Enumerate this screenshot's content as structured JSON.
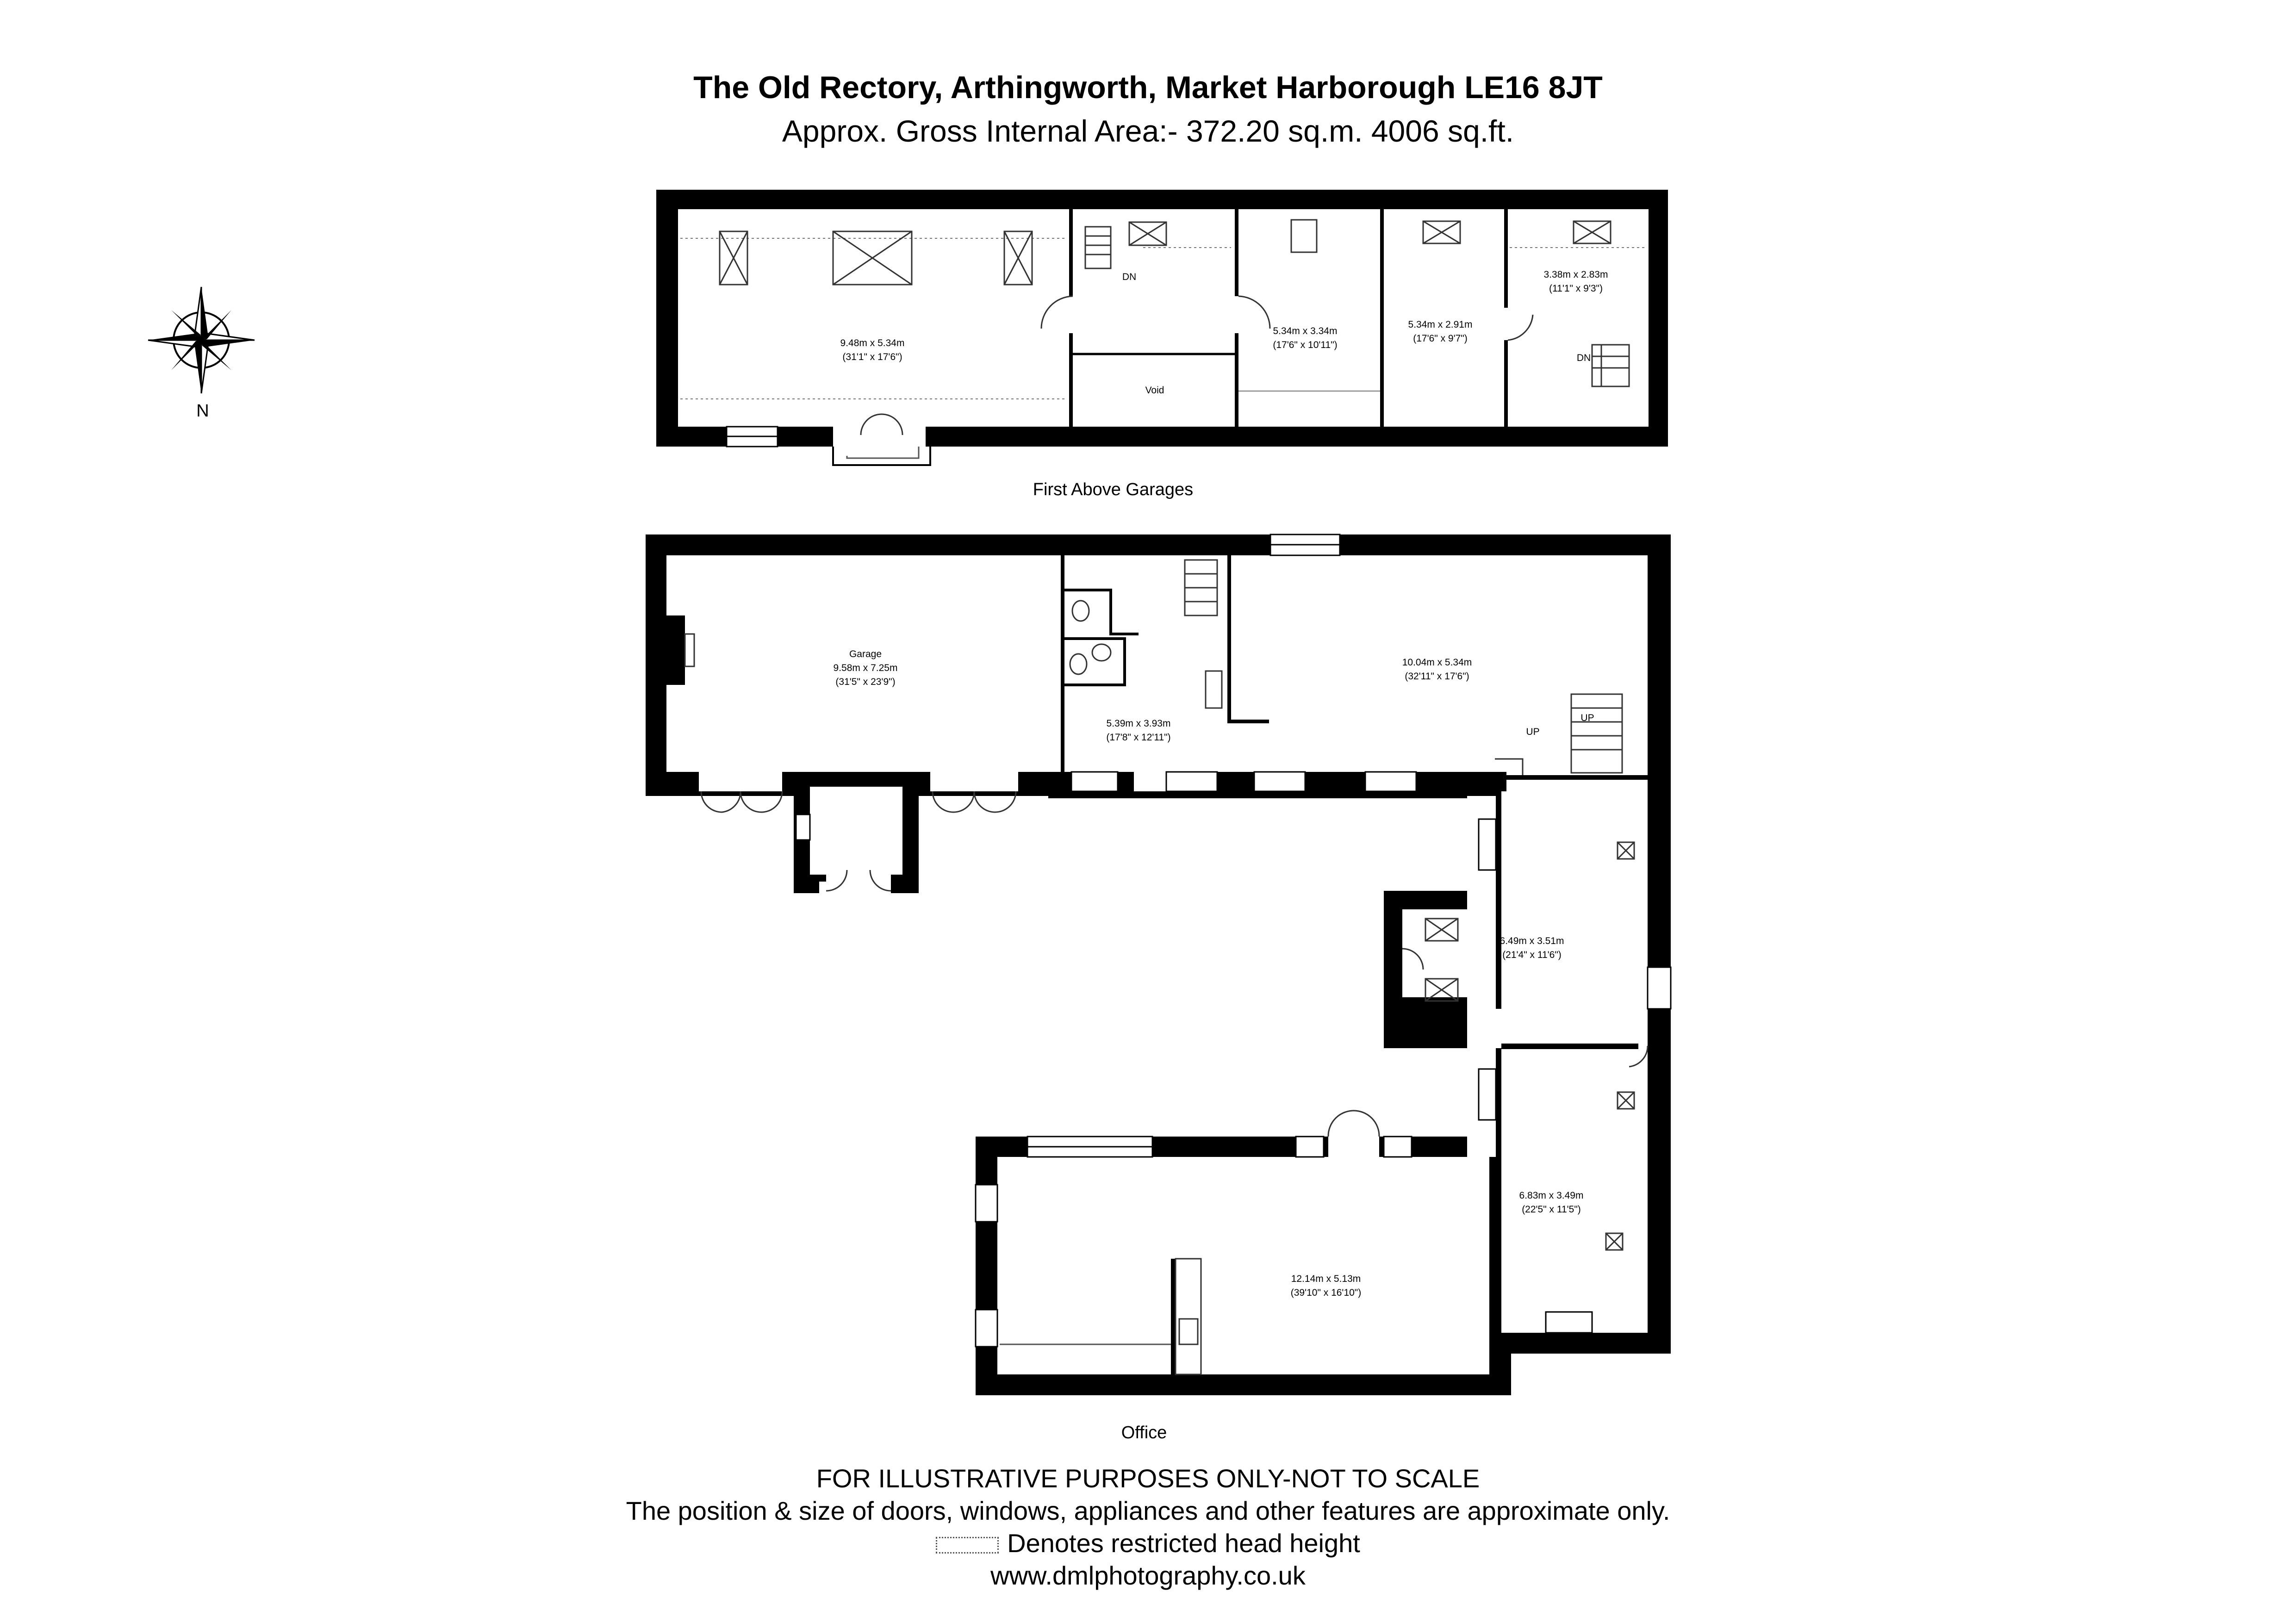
{
  "header": {
    "title": "The Old Rectory, Arthingworth, Market Harborough LE16 8JT",
    "subtitle": "Approx. Gross Internal Area:- 372.20 sq.m. 4006 sq.ft."
  },
  "compass": {
    "north_label": "N"
  },
  "floors": {
    "first": {
      "label": "First Above Garages",
      "rooms": [
        {
          "line1": "9.48m x 5.34m",
          "line2": "(31'1\" x 17'6\")"
        },
        {
          "line1": "Void"
        },
        {
          "line1": "5.34m x 3.34m",
          "line2": "(17'6\" x 10'11\")"
        },
        {
          "line1": "5.34m x 2.91m",
          "line2": "(17'6\" x 9'7\")"
        },
        {
          "line1": "3.38m x 2.83m",
          "line2": "(11'1\" x 9'3\")"
        }
      ],
      "stair_labels": [
        "DN",
        "DN"
      ]
    },
    "ground": {
      "label": "Office",
      "rooms": [
        {
          "line1": "Garage",
          "line2": "9.58m x 7.25m",
          "line3": "(31'5\" x 23'9\")"
        },
        {
          "line1": "5.39m x 3.93m",
          "line2": "(17'8\" x 12'11\")"
        },
        {
          "line1": "10.04m x 5.34m",
          "line2": "(32'11\" x 17'6\")"
        },
        {
          "line1": "6.49m x 3.51m",
          "line2": "(21'4\" x 11'6\")"
        },
        {
          "line1": "6.83m x 3.49m",
          "line2": "(22'5\" x 11'5\")"
        },
        {
          "line1": "12.14m x 5.13m",
          "line2": "(39'10\" x 16'10\")"
        }
      ],
      "stair_labels": [
        "UP",
        "UP"
      ]
    }
  },
  "footer": {
    "disclaimer": "FOR ILLUSTRATIVE PURPOSES ONLY-NOT TO SCALE",
    "note": "The position & size of doors, windows, appliances and other features are approximate only.",
    "legend": "Denotes restricted head height",
    "website": "www.dmlphotography.co.uk"
  },
  "colors": {
    "wall": "#000000",
    "background": "#ffffff",
    "line": "#333333"
  }
}
